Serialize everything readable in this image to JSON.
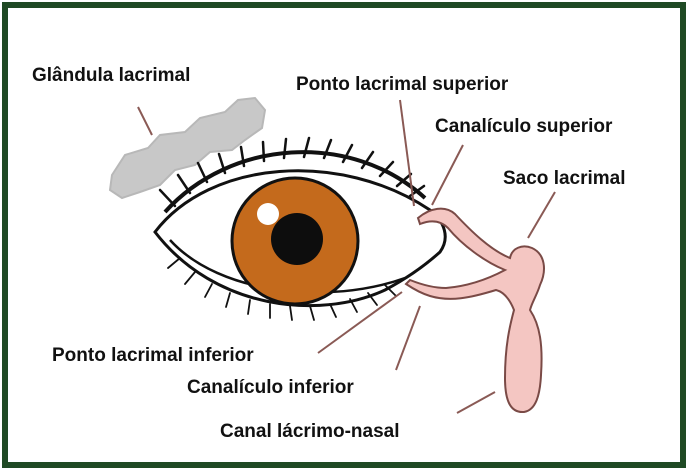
{
  "colors": {
    "frame": "#1f4a24",
    "gland": "#c8c8c8",
    "iris": "#c46a1c",
    "pupil": "#0d0d0d",
    "duct": "#f4c6c2",
    "duct_stroke": "#7a4a46",
    "leader": "#8a5a55",
    "eye_outline": "#111111"
  },
  "labels": {
    "lacrimal_gland": "Glândula lacrimal",
    "upper_punctum": "Ponto lacrimal superior",
    "upper_canaliculus": "Canalículo superior",
    "lacrimal_sac": "Saco lacrimal",
    "lower_punctum": "Ponto lacrimal inferior",
    "lower_canaliculus": "Canalículo inferior",
    "nasolacrimal_duct": "Canal lácrimo-nasal"
  }
}
